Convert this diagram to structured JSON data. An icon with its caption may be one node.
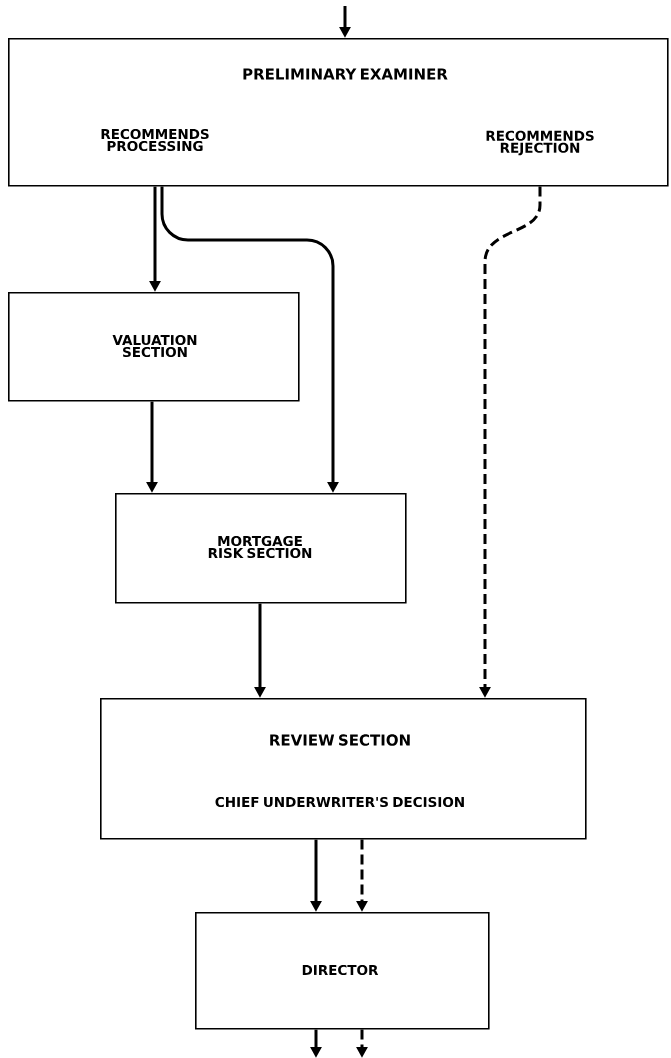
{
  "diagram": {
    "nodes": [
      {
        "text": [
          "PRELIMINARY EXAMINER",
          "RECOMMENDS PROCESSING",
          "RECOMMENDS REJECTION"
        ]
      },
      {
        "text": [
          "VALUATION SECTION"
        ]
      },
      {
        "text": [
          "MORTGAGE RISK SECTION"
        ]
      },
      {
        "text": [
          "REVIEW SECTION",
          "CHIEF UNDERWRITER'S DECISION"
        ]
      },
      {
        "text": [
          "DIRECTOR"
        ]
      }
    ],
    "edges": [
      {
        "from": null,
        "to": 0,
        "arrow": "to"
      },
      {
        "from": 0,
        "to": 1,
        "arrow": "to"
      },
      {
        "from": 0,
        "to": 2,
        "arrow": "to"
      },
      {
        "from": 0,
        "to": 3,
        "arrow": "to",
        "style": "dashed"
      },
      {
        "from": 1,
        "to": 2,
        "arrow": "to"
      },
      {
        "from": 2,
        "to": 3,
        "arrow": "to"
      },
      {
        "from": 3,
        "to": 4,
        "arrow": "to"
      },
      {
        "from": 3,
        "to": 4,
        "arrow": "to",
        "style": "dashed"
      },
      {
        "from": 4,
        "to": null,
        "arrow": "to"
      },
      {
        "from": 4,
        "to": null,
        "arrow": "to",
        "style": "dashed"
      }
    ]
  }
}
